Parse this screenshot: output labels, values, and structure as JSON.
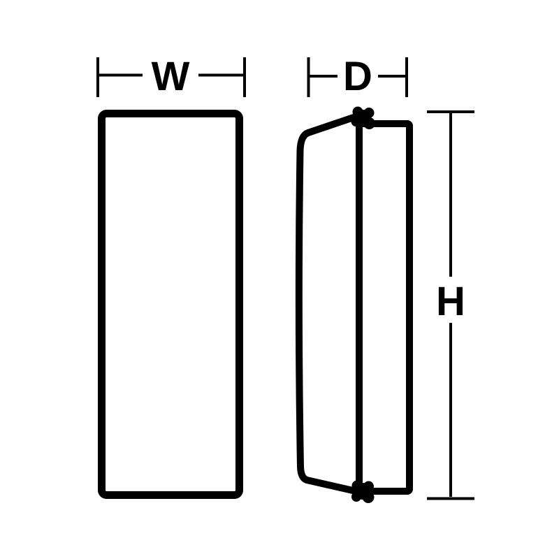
{
  "canvas": {
    "background_color": "#ffffff",
    "ink_color": "#000000"
  },
  "diagram": {
    "kind": "product-dimension-line-drawing",
    "dimensions": {
      "width": {
        "label": "W"
      },
      "depth": {
        "label": "D"
      },
      "height": {
        "label": "H"
      }
    }
  }
}
